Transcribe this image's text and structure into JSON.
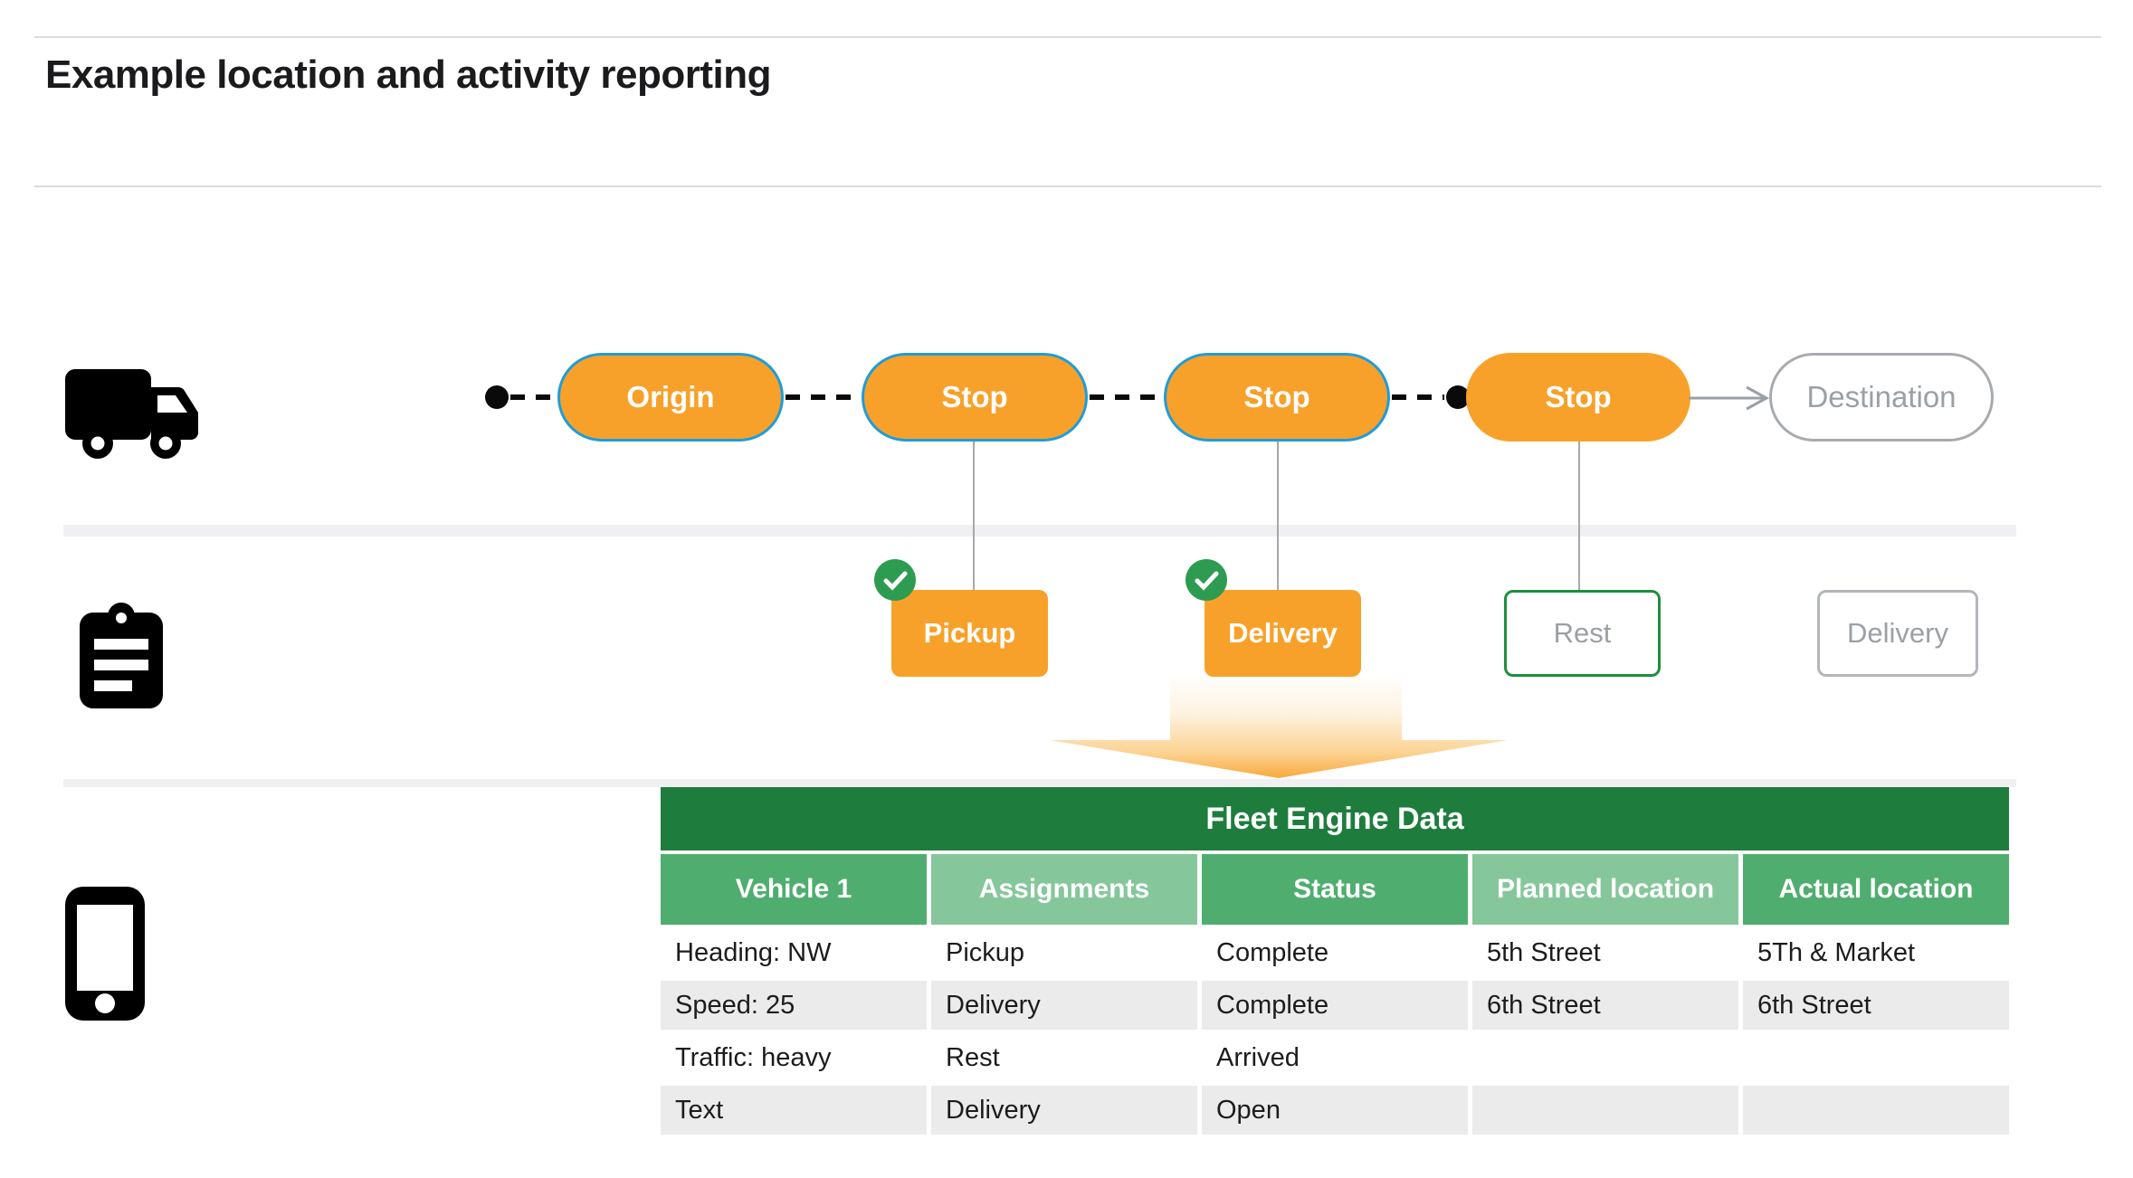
{
  "page": {
    "title": "Example location and activity reporting"
  },
  "route": {
    "stops": [
      {
        "label": "Origin",
        "state": "visited"
      },
      {
        "label": "Stop",
        "state": "visited"
      },
      {
        "label": "Stop",
        "state": "visited"
      },
      {
        "label": "Stop",
        "state": "current"
      },
      {
        "label": "Destination",
        "state": "upcoming"
      }
    ]
  },
  "tasks": [
    {
      "label": "Pickup",
      "state": "complete",
      "checked": true
    },
    {
      "label": "Delivery",
      "state": "complete",
      "checked": true
    },
    {
      "label": "Rest",
      "state": "arrived",
      "checked": false
    },
    {
      "label": "Delivery",
      "state": "open",
      "checked": false
    }
  ],
  "table": {
    "title": "Fleet Engine Data",
    "columns": [
      "Vehicle 1",
      "Assignments",
      "Status",
      "Planned location",
      "Actual location"
    ],
    "rows": [
      {
        "cells": [
          "Heading: NW",
          "Pickup",
          "Complete",
          "5th Street",
          "5Th & Market"
        ]
      },
      {
        "cells": [
          "Speed: 25",
          "Delivery",
          "Complete",
          "6th Street",
          "6th Street"
        ]
      },
      {
        "cells": [
          "Traffic: heavy",
          "Rest",
          "Arrived",
          "",
          ""
        ]
      },
      {
        "cells": [
          "Text",
          "Delivery",
          "Open",
          "",
          ""
        ]
      }
    ]
  },
  "icons": {
    "truck": "truck-icon",
    "clipboard": "clipboard-tasks-icon",
    "phone": "mobile-phone-icon",
    "check": "check-icon",
    "arrow_down": "data-flow-arrow",
    "arrow_right": "destination-arrow-icon"
  },
  "colors": {
    "stop_fill": "#F8A12A",
    "visited_border": "#209CD8",
    "check_green": "#2E9C50",
    "rest_border_green": "#1F8E3D",
    "table_header_dark": "#1E7D3D",
    "table_header_mid": "#4FAE6F",
    "table_header_light": "#85C79A",
    "row_alt_gray": "#EBEBEB",
    "muted_text_gray": "#9AA0A6"
  }
}
